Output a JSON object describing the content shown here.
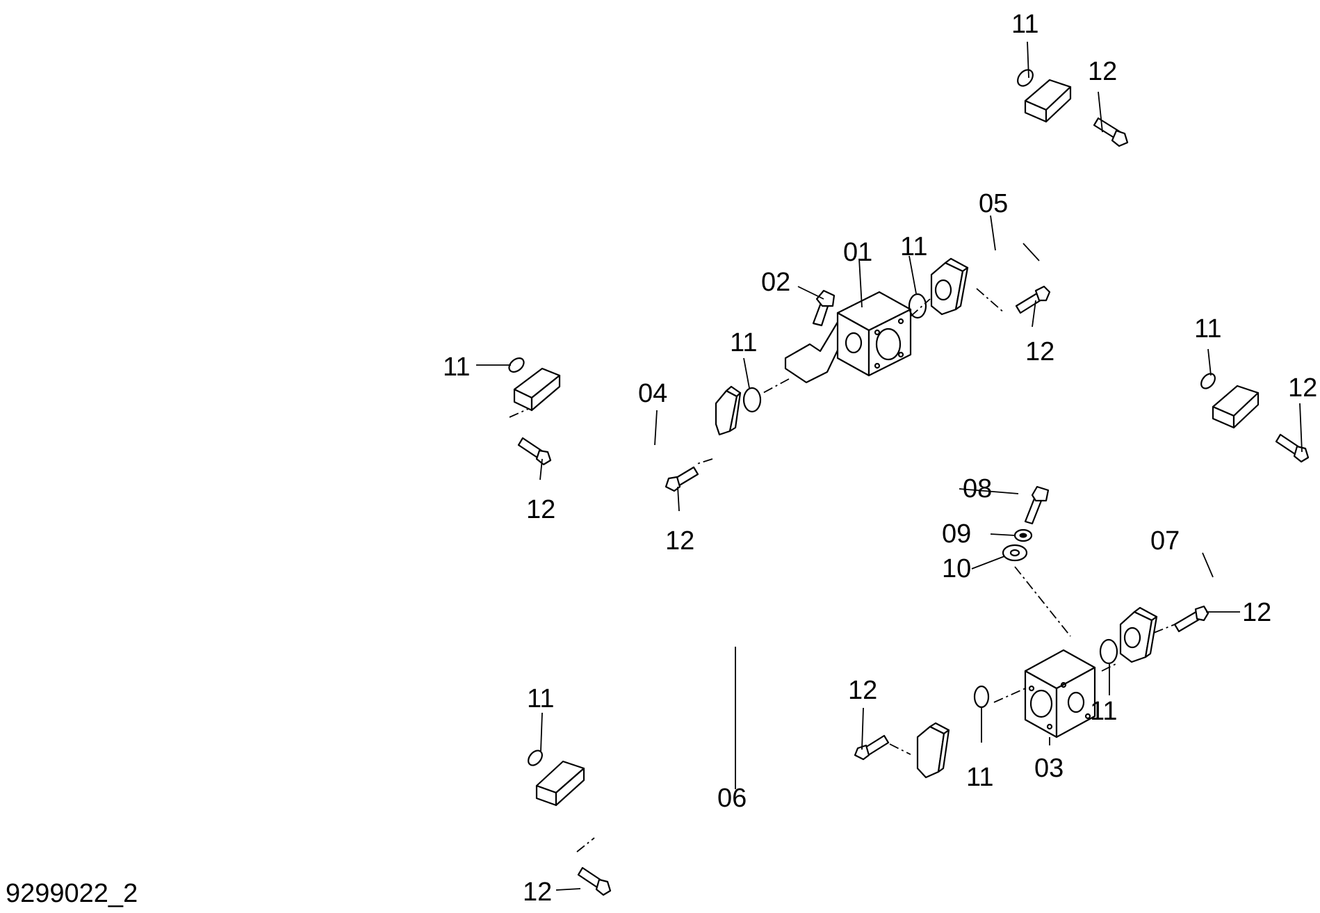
{
  "drawing_number": "9299022_2",
  "callouts": {
    "c01": "01",
    "c02": "02",
    "c03": "03",
    "c04": "04",
    "c05": "05",
    "c06": "06",
    "c07": "07",
    "c08": "08",
    "c09": "09",
    "c10": "10",
    "c11_a": "11",
    "c11_b": "11",
    "c11_c": "11",
    "c11_d": "11",
    "c11_e": "11",
    "c11_f": "11",
    "c11_g": "11",
    "c11_h": "11",
    "c12_a": "12",
    "c12_b": "12",
    "c12_c": "12",
    "c12_d": "12",
    "c12_e": "12",
    "c12_f": "12",
    "c12_g": "12",
    "c12_h": "12"
  }
}
